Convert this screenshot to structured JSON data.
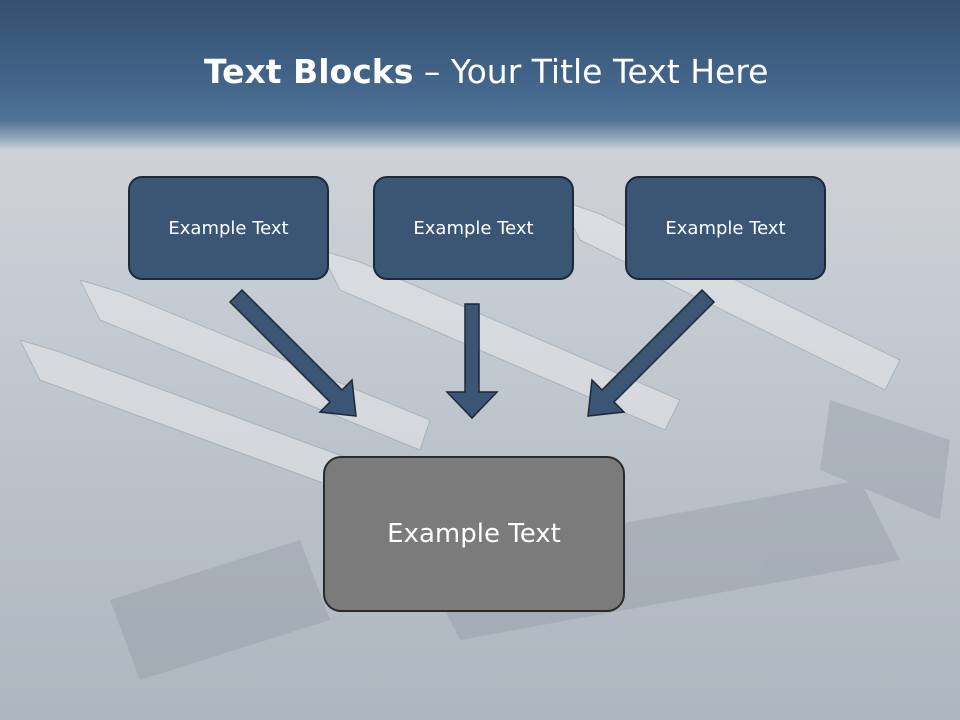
{
  "title": {
    "bold": "Text Blocks",
    "rest": " – Your Title Text Here"
  },
  "blocks": {
    "top": [
      "Example Text",
      "Example Text",
      "Example Text"
    ],
    "bottom": "Example Text"
  },
  "colors": {
    "header": "#3d5c7e",
    "block": "#3b5675",
    "center_block": "#7b7b7b",
    "arrow": "#3b5675"
  }
}
